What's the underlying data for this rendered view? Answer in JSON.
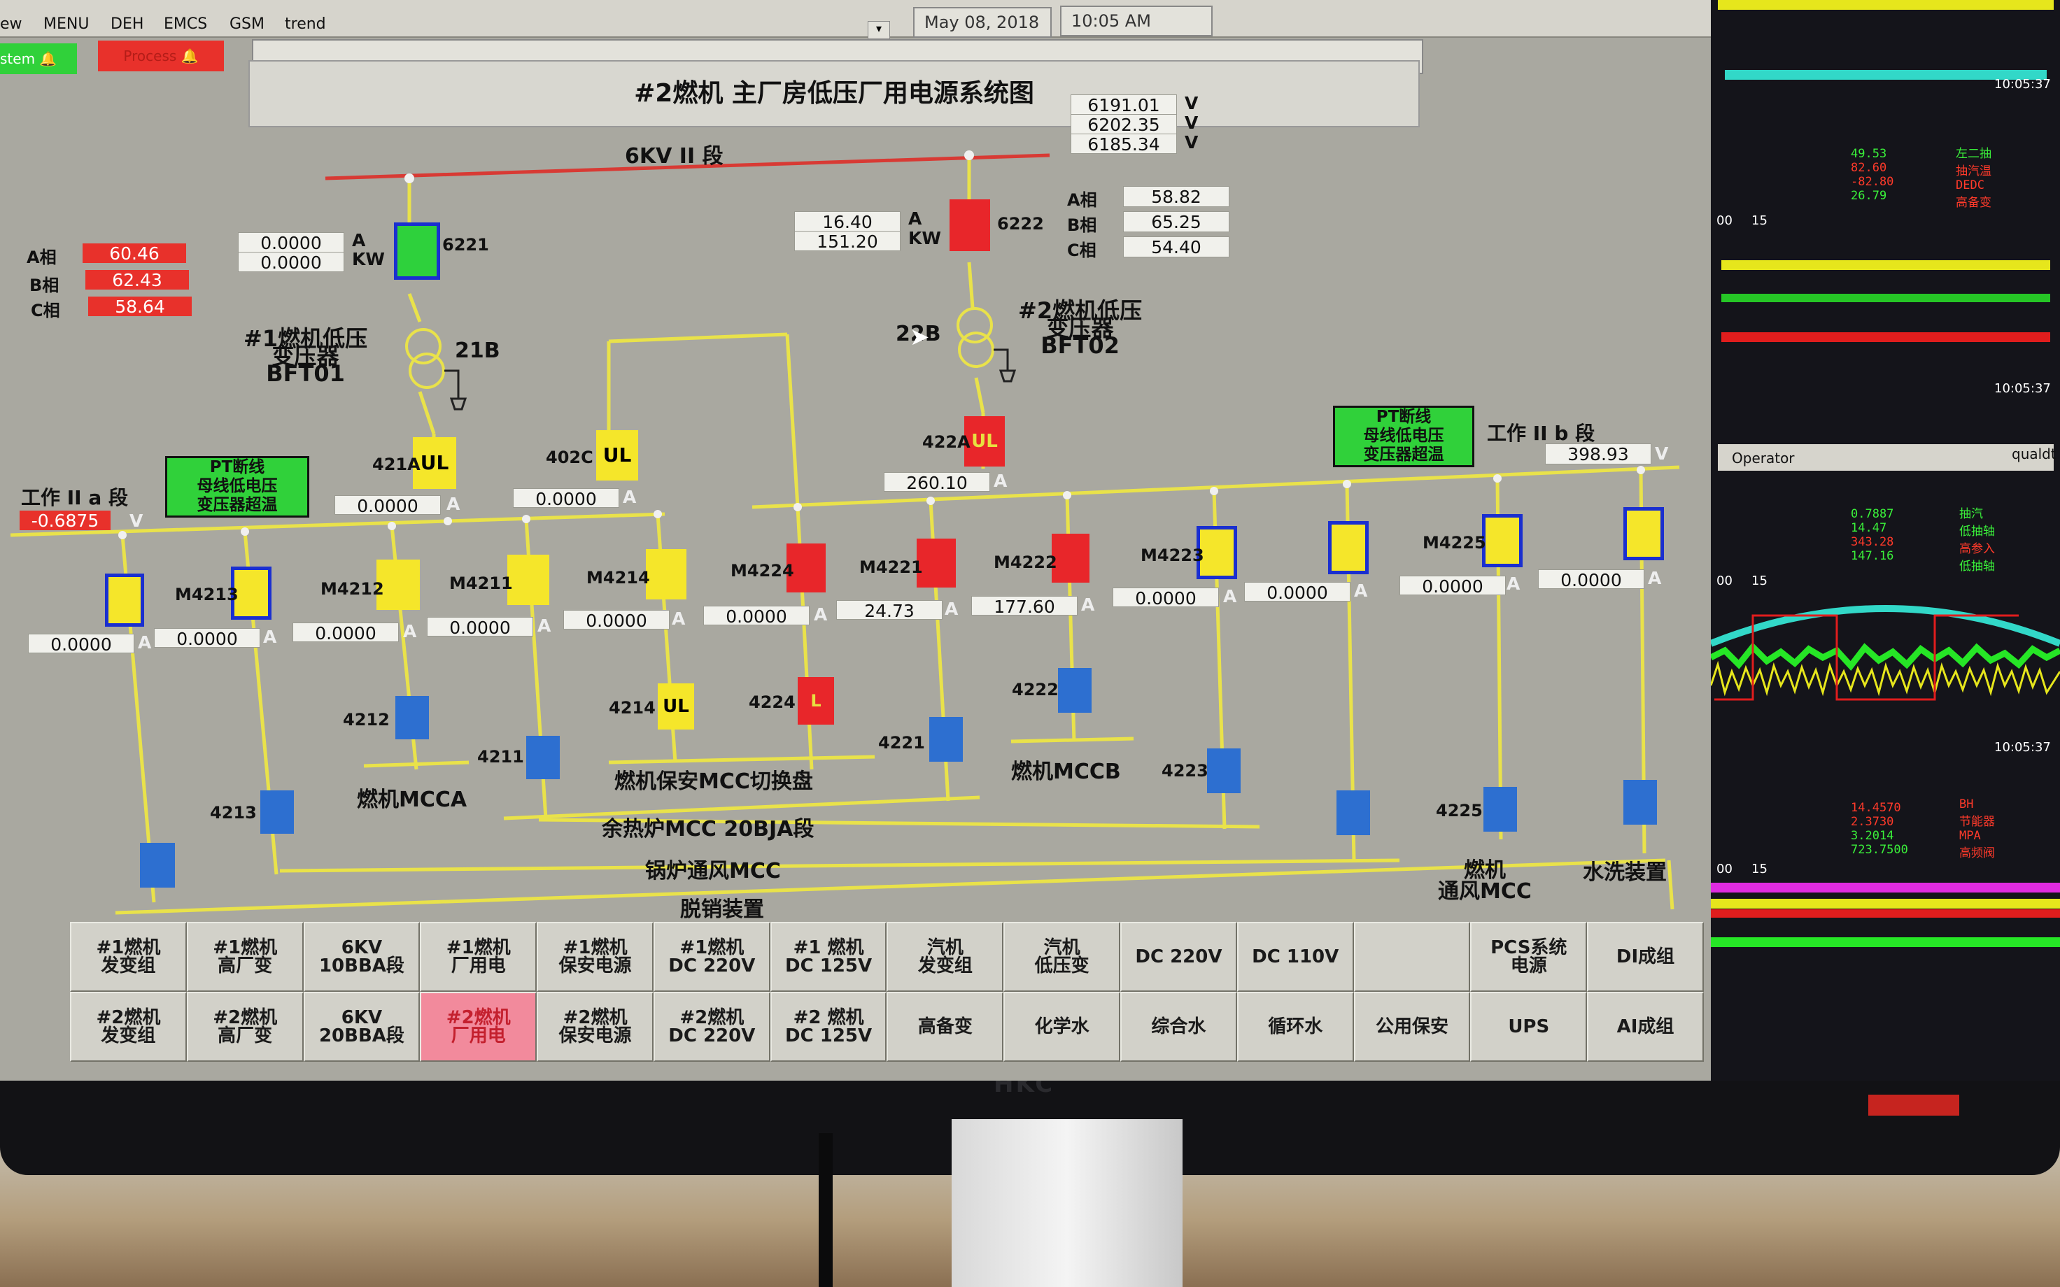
{
  "menu": [
    "ew",
    "MENU",
    "DEH",
    "EMCS",
    "GSM",
    "trend"
  ],
  "date": "May 08, 2018",
  "time": "10:05 AM",
  "system_btn": "stem",
  "process_btn": "Process",
  "title": "#2燃机 主厂房低压厂用电源系统图",
  "bus_6kv": "6KV II 段",
  "bus_volts": [
    "6191.01",
    "6202.35",
    "6185.34"
  ],
  "v_unit": "V",
  "feeder1": {
    "a": "0.0000",
    "kw": "0.0000",
    "id": "6221",
    "a_unit": "A",
    "kw_unit": "KW"
  },
  "feeder2": {
    "a": "16.40",
    "kw": "151.20",
    "id": "6222",
    "a_unit": "A",
    "kw_unit": "KW"
  },
  "phases_left": {
    "a_label": "A相",
    "b_label": "B相",
    "c_label": "C相",
    "a": "60.46",
    "b": "62.43",
    "c": "58.64"
  },
  "phases_right": {
    "a_label": "A相",
    "b_label": "B相",
    "c_label": "C相",
    "a": "58.82",
    "b": "65.25",
    "c": "54.40"
  },
  "tx1": {
    "name": "#1燃机低压\n变压器\nBFT01",
    "id": "21B"
  },
  "tx2": {
    "name": "#2燃机低压\n变压器\nBFT02",
    "id": "22B"
  },
  "bus_a": {
    "name": "工作 II a 段",
    "value": "-0.6875",
    "unit": "V"
  },
  "bus_b": {
    "name": "工作 II b 段",
    "value": "398.93",
    "unit": "V"
  },
  "pt_text": "PT断线\n母线低电压\n变压器超温",
  "breakers": {
    "b421A": {
      "id": "421A",
      "ul": "UL",
      "val": "0.0000"
    },
    "b402C": {
      "id": "402C",
      "ul": "UL",
      "val": "0.0000"
    },
    "b422A": {
      "id": "422A",
      "ul": "UL",
      "val": "260.10"
    }
  },
  "feeders": [
    {
      "id": "",
      "val": "0.0000"
    },
    {
      "id": "M4213",
      "val": "0.0000"
    },
    {
      "id": "M4212",
      "val": "0.0000"
    },
    {
      "id": "M4211",
      "val": "0.0000"
    },
    {
      "id": "M4214",
      "val": "0.0000"
    },
    {
      "id": "M4224",
      "val": "0.0000"
    },
    {
      "id": "M4221",
      "val": "24.73"
    },
    {
      "id": "M4222",
      "val": "177.60"
    },
    {
      "id": "M4223",
      "val": "0.0000"
    },
    {
      "id": "",
      "val": "0.0000"
    },
    {
      "id": "M4225",
      "val": "0.0000"
    },
    {
      "id": "",
      "val": "0.0000"
    }
  ],
  "amp": "A",
  "sub": {
    "s4212": "4212",
    "s4211": "4211",
    "s4213": "4213",
    "s4214": "4214",
    "s4224": "4224",
    "s4221": "4221",
    "s4222": "4222",
    "s4223": "4223",
    "s4225": "4225",
    "ul": "UL",
    "l": "L"
  },
  "mcc": {
    "mcca": "燃机MCCA",
    "baoan": "燃机保安MCC切换盘",
    "mccb": "燃机MCCB",
    "yure": "余热炉MCC 20BJA段",
    "guolu": "锅炉通风MCC",
    "tuoxiao": "脱销装置",
    "tongfeng": "燃机\n通风MCC",
    "shuixi": "水洗装置"
  },
  "nav_row1": [
    "#1燃机\n发变组",
    "#1燃机\n高厂变",
    "6KV\n10BBA段",
    "#1燃机\n厂用电",
    "#1燃机\n保安电源",
    "#1燃机\nDC 220V",
    "#1 燃机\nDC 125V",
    "汽机\n发变组",
    "汽机\n低压变",
    "DC 220V",
    "DC 110V",
    "",
    "PCS系统\n电源",
    "DI成组"
  ],
  "nav_row2": [
    "#2燃机\n发变组",
    "#2燃机\n高厂变",
    "6KV\n20BBA段",
    "#2燃机\n厂用电",
    "#2燃机\n保安电源",
    "#2燃机\nDC 220V",
    "#2 燃机\nDC 125V",
    "高备变",
    "化学水",
    "综合水",
    "循环水",
    "公用保安",
    "UPS",
    "AI成组"
  ],
  "side": {
    "operator": "Operator",
    "quality": "qualdt",
    "time1": "10:05:37",
    "time2": "10:05:37",
    "time3": "10:05:37",
    "g1": [
      "49.53",
      "82.60",
      "-82.80",
      "26.79"
    ],
    "g1lbl": [
      "左二抽",
      "抽汽温",
      "DEDC",
      "高备变"
    ],
    "g2": [
      "0.7887",
      "14.47",
      "343.28",
      "147.16"
    ],
    "g2lbl": [
      "抽汽",
      "低抽轴",
      "高参入",
      "低抽轴"
    ],
    "g3": [
      "14.4570",
      "2.3730",
      "3.2014",
      "723.7500"
    ],
    "g3lbl": [
      "BH",
      "节能器",
      "MPA",
      "高频阀"
    ],
    "ticks": [
      "00",
      "15"
    ]
  },
  "brand": "HKC",
  "colors": {
    "yellow": "#f5e62a",
    "red": "#e8262a",
    "green": "#2ed13c",
    "blue": "#2d6fd0",
    "line": "#e9e24a",
    "redline": "#d83a34"
  }
}
